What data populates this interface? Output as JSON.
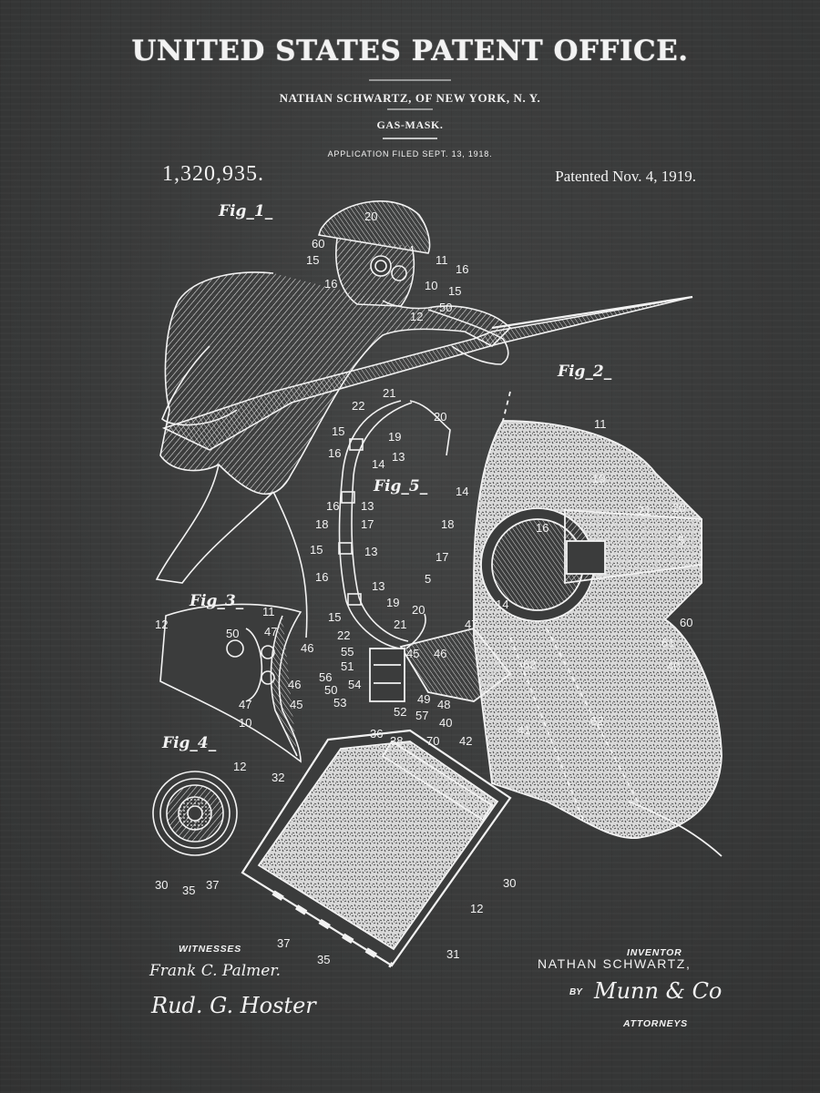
{
  "header": {
    "office": "UNITED STATES PATENT OFFICE.",
    "inventor_line": "NATHAN SCHWARTZ, OF NEW YORK, N. Y.",
    "title": "GAS-MASK.",
    "application": "APPLICATION FILED SEPT. 13, 1918.",
    "patent_number": "1,320,935.",
    "patented": "Patented Nov. 4, 1919."
  },
  "figures": {
    "fig1": "Fig_1_",
    "fig2": "Fig_2_",
    "fig3": "Fig_3_",
    "fig4": "Fig_4_",
    "fig5": "Fig_5_"
  },
  "callouts": {
    "fig1": [
      "20",
      "60",
      "15",
      "11",
      "16",
      "16",
      "10",
      "15",
      "50",
      "12"
    ],
    "fig2": [
      "11",
      "19",
      "21",
      "20",
      "5",
      "14",
      "18",
      "17",
      "16",
      "5",
      "14",
      "47",
      "60",
      "61",
      "40",
      "62",
      "62",
      "46",
      "45",
      "49",
      "48",
      "40",
      "42",
      "41",
      "70",
      "57",
      "52",
      "55",
      "51",
      "54",
      "56",
      "50",
      "53",
      "36",
      "38",
      "32",
      "30",
      "12",
      "31",
      "37",
      "35"
    ],
    "fig3": [
      "12",
      "11",
      "50",
      "47",
      "46",
      "46",
      "47",
      "45",
      "10"
    ],
    "fig4": [
      "12",
      "30",
      "35",
      "37"
    ],
    "fig5": [
      "21",
      "22",
      "20",
      "15",
      "19",
      "16",
      "13",
      "14",
      "16",
      "13",
      "18",
      "17",
      "15",
      "13",
      "16",
      "13",
      "15",
      "19",
      "20",
      "22",
      "21"
    ]
  },
  "signatures": {
    "witnesses_label": "WITNESSES",
    "witness_1": "Frank C. Palmer.",
    "witness_2": "Rud. G. Hoster",
    "inventor_label": "INVENTOR",
    "inventor_name": "NATHAN SCHWARTZ,",
    "by_label": "BY",
    "attorney_signature": "Munn & Co",
    "attorneys_label": "ATTORNEYS"
  },
  "colors": {
    "background": "#3b3c3c",
    "ink": "#f2f2f2"
  }
}
